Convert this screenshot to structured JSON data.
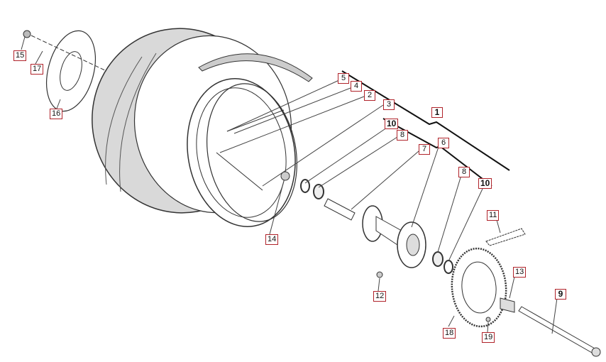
{
  "title": "Rear wheel exploded parts diagram",
  "label_color": "#b0232a",
  "part_color": "#d9d9d9",
  "line_color": "#333333",
  "callouts": [
    {
      "id": "1",
      "part": "rear-wheel-assembly"
    },
    {
      "id": "2",
      "part": "spoke"
    },
    {
      "id": "3",
      "part": "spoke"
    },
    {
      "id": "4",
      "part": "spoke"
    },
    {
      "id": "5",
      "part": "spoke-nipple"
    },
    {
      "id": "6",
      "part": "hub-assembly"
    },
    {
      "id": "7",
      "part": "spacer"
    },
    {
      "id": "8",
      "part": "bearing-left"
    },
    {
      "id": "10",
      "part": "oil-seal-left"
    },
    {
      "id": "8",
      "part": "bearing-right"
    },
    {
      "id": "10",
      "part": "oil-seal-right"
    },
    {
      "id": "11",
      "part": "chain"
    },
    {
      "id": "12",
      "part": "bolt"
    },
    {
      "id": "13",
      "part": "collar"
    },
    {
      "id": "14",
      "part": "valve"
    },
    {
      "id": "15",
      "part": "nut"
    },
    {
      "id": "16",
      "part": "brake-disc"
    },
    {
      "id": "17",
      "part": "disc-bolt"
    },
    {
      "id": "18",
      "part": "sprocket"
    },
    {
      "id": "19",
      "part": "sprocket-bolt"
    },
    {
      "id": "9",
      "part": "axle"
    }
  ]
}
